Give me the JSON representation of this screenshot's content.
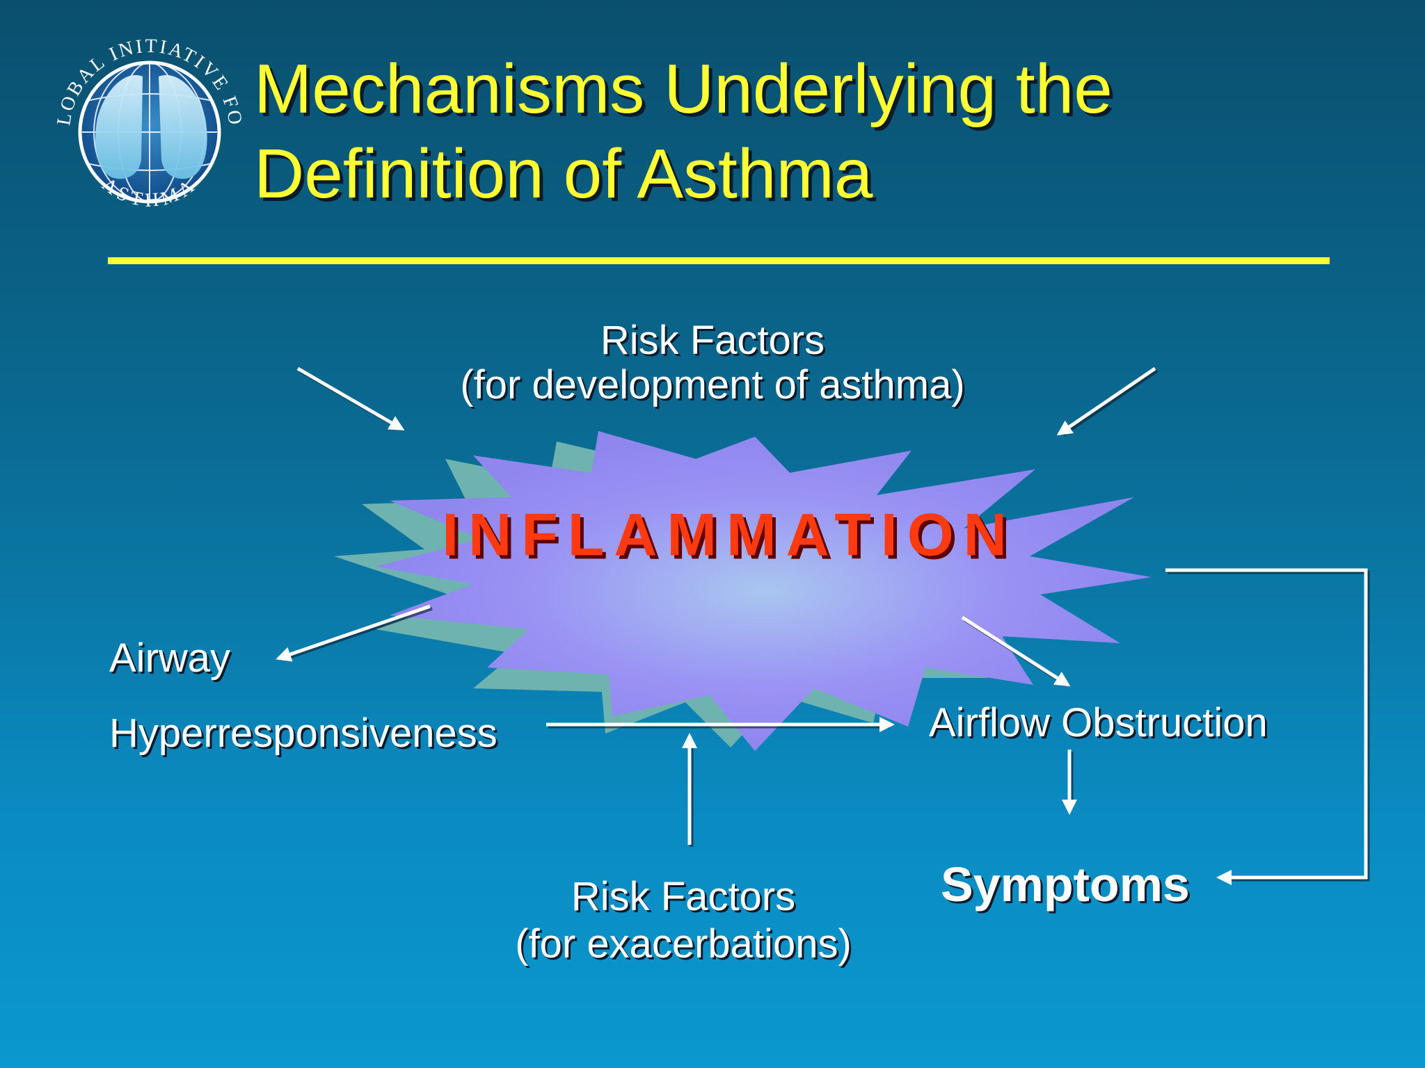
{
  "logo": {
    "arc_top": "GLOBAL INITIATIVE FOR",
    "arc_bottom": "ASTHMA"
  },
  "title": {
    "line1": "Mechanisms Underlying the",
    "line2": "Definition of Asthma"
  },
  "diagram": {
    "risk_dev": {
      "line1": "Risk Factors",
      "line2": "(for development of asthma)"
    },
    "inflammation": "INFLAMMATION",
    "airway_line1": "Airway",
    "airway_line2": "Hyperresponsiveness",
    "airflow": "Airflow Obstruction",
    "symptoms": "Symptoms",
    "risk_exac": {
      "line1": "Risk Factors",
      "line2": "(for exacerbations)"
    }
  },
  "colors": {
    "title": "#ffff33",
    "inflammation_text": "#ff3a10",
    "starburst_top": "#9a93f4",
    "starburst_side": "#6fb3b0",
    "arrows": "#ffffff"
  }
}
